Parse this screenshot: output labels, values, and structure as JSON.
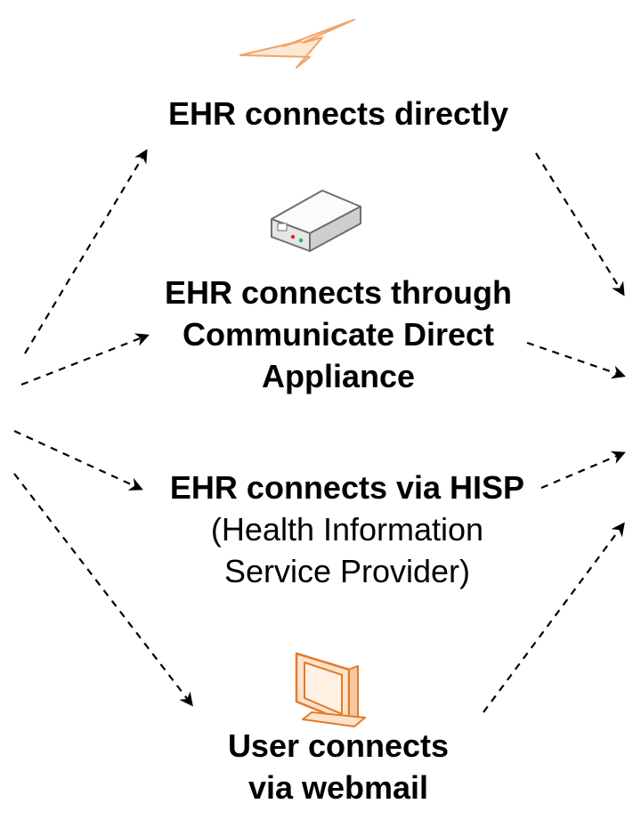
{
  "colors": {
    "text": "#000000",
    "arrow": "#000000",
    "lightning_icon": "#f4a460",
    "monitor_icon": "#e07b2c",
    "appliance_icon": "#d9d9d9"
  },
  "icons": {
    "top": "lightning-bolt-icon",
    "appliance": "network-appliance-icon",
    "webmail": "computer-monitor-icon"
  },
  "options": {
    "direct": {
      "title": "EHR connects directly"
    },
    "appliance": {
      "title_line1": "EHR connects through",
      "title_line2": "Communicate Direct",
      "title_line3": "Appliance"
    },
    "hisp": {
      "title": "EHR connects via HISP",
      "subtitle_line1": "(Health Information",
      "subtitle_line2": "Service Provider)"
    },
    "webmail": {
      "title_line1": "User connects",
      "title_line2": "via webmail"
    }
  }
}
